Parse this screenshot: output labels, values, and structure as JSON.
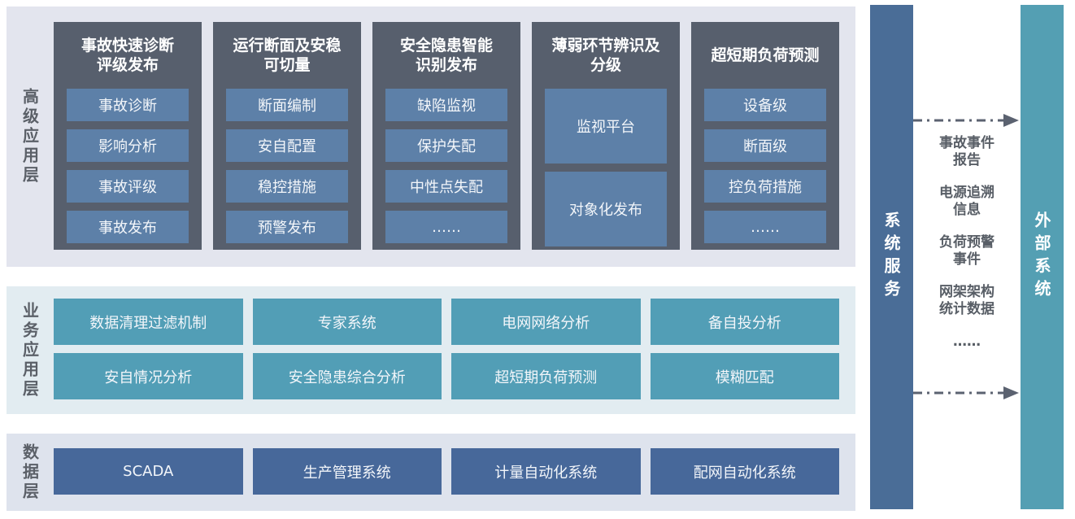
{
  "layers": {
    "advanced": {
      "label": "高级应用层",
      "columns": [
        {
          "title": "事故快速诊断\n评级发布",
          "items": [
            "事故诊断",
            "影响分析",
            "事故评级",
            "事故发布"
          ]
        },
        {
          "title": "运行断面及安稳\n可切量",
          "items": [
            "断面编制",
            "安自配置",
            "稳控措施",
            "预警发布"
          ]
        },
        {
          "title": "安全隐患智能\n识别发布",
          "items": [
            "缺陷监视",
            "保护失配",
            "中性点失配",
            "……"
          ]
        },
        {
          "title": "薄弱环节辨识及\n分级",
          "items": [
            "监视平台",
            "对象化发布"
          ]
        },
        {
          "title": "超短期负荷预测",
          "items": [
            "设备级",
            "断面级",
            "控负荷措施",
            "……"
          ]
        }
      ]
    },
    "business": {
      "label": "业务应用层",
      "rows": [
        [
          "数据清理过滤机制",
          "专家系统",
          "电网网络分析",
          "备自投分析"
        ],
        [
          "安自情况分析",
          "安全隐患综合分析",
          "超短期负荷预测",
          "模糊匹配"
        ]
      ]
    },
    "data": {
      "label": "数据层",
      "items": [
        "SCADA",
        "生产管理系统",
        "计量自动化系统",
        "配网自动化系统"
      ]
    }
  },
  "services_bar": {
    "label": "系统服务"
  },
  "external_bar": {
    "label": "外部系统"
  },
  "exchange": {
    "items": [
      "事故事件\n报告",
      "电源追溯\n信息",
      "负荷预警\n事件",
      "网架架构\n统计数据",
      "……"
    ]
  },
  "colors": {
    "band_top_bg": "#e3e5ee",
    "band_mid_bg": "#e2ecf1",
    "band_bottom_bg": "#dee3ed",
    "module_box": "#575f6d",
    "module_chip": "#5d80a8",
    "business_item": "#529eb6",
    "data_item": "#47689a",
    "services_bar": "#4a6d97",
    "external_bar": "#549fb3",
    "arrow": "#5b6270",
    "label_text": "#5b6068"
  }
}
